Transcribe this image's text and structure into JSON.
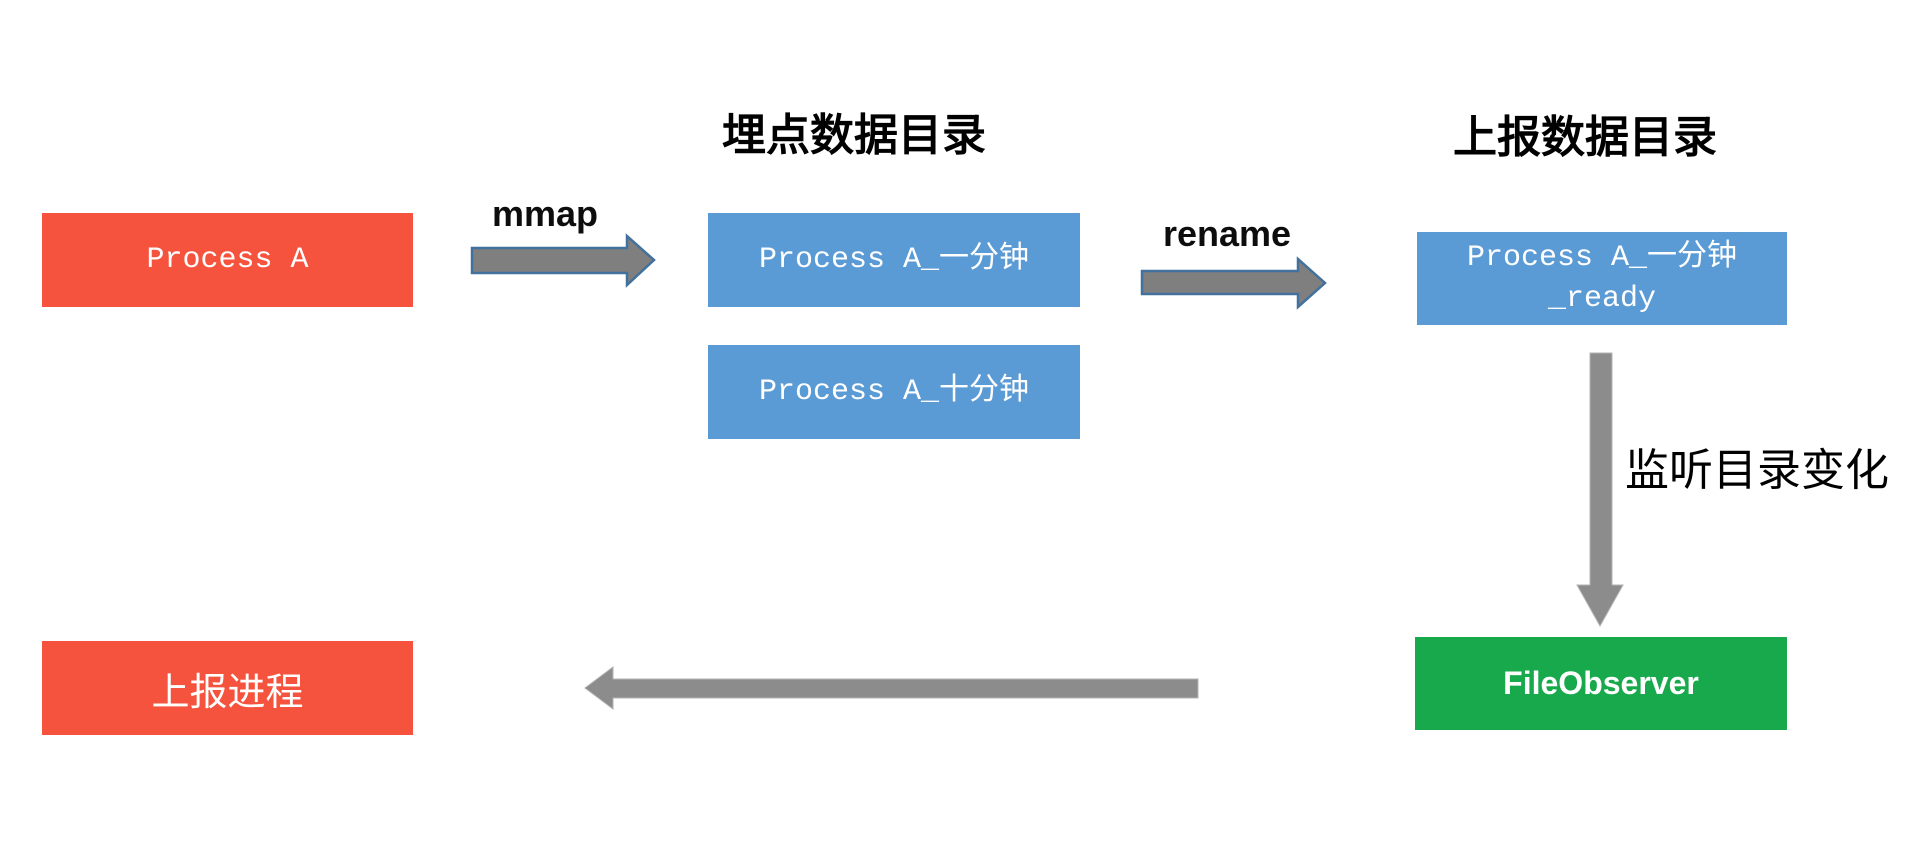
{
  "colors": {
    "background": "#FFFFFF",
    "red_box": "#F5533D",
    "blue_box": "#5B9BD5",
    "green_box": "#18A94C",
    "box_text": "#FFFFFF",
    "heading_text": "#000000",
    "arrow_fill": "#7F7F7F",
    "arrow_outline": "#41719C",
    "arrow_plain_fill": "#8C8C8C",
    "arrow_plain_outline": "#B3B3B3"
  },
  "headings": {
    "tracking_dir": "埋点数据目录",
    "report_dir": "上报数据目录"
  },
  "boxes": {
    "process_a": {
      "label": "Process A"
    },
    "one_minute": {
      "label": "Process A_一分钟"
    },
    "ten_minute": {
      "label": "Process A_十分钟"
    },
    "ready": {
      "line1": "Process A_一分钟",
      "line2": "_ready"
    },
    "file_observer": {
      "label": "FileObserver"
    },
    "report_process": {
      "label": "上报进程"
    }
  },
  "arrow_labels": {
    "mmap": "mmap",
    "rename": "rename",
    "watch": "监听目录变化"
  }
}
